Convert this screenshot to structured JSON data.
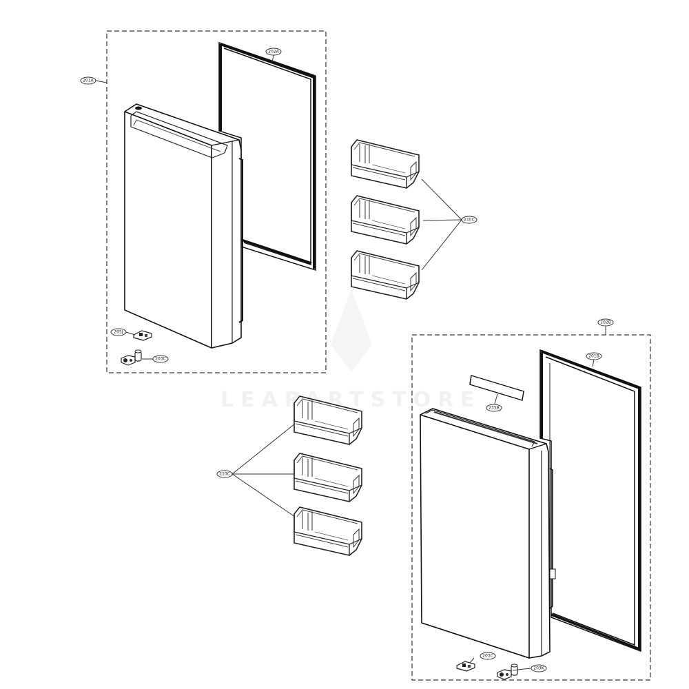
{
  "callouts": {
    "door_assy_left": "201A",
    "gasket_left": "202A",
    "hinge_cap_left": "205J",
    "hinge_left": "203C",
    "basket_group_right": "210C",
    "door_assy_right": "202B",
    "gasket_right": "201B",
    "deco_strip": "235B",
    "basket_group_left": "210C",
    "hinge_cap_right": "203C",
    "hinge_right": "203K"
  },
  "watermark": "LEAPARTSTORE"
}
